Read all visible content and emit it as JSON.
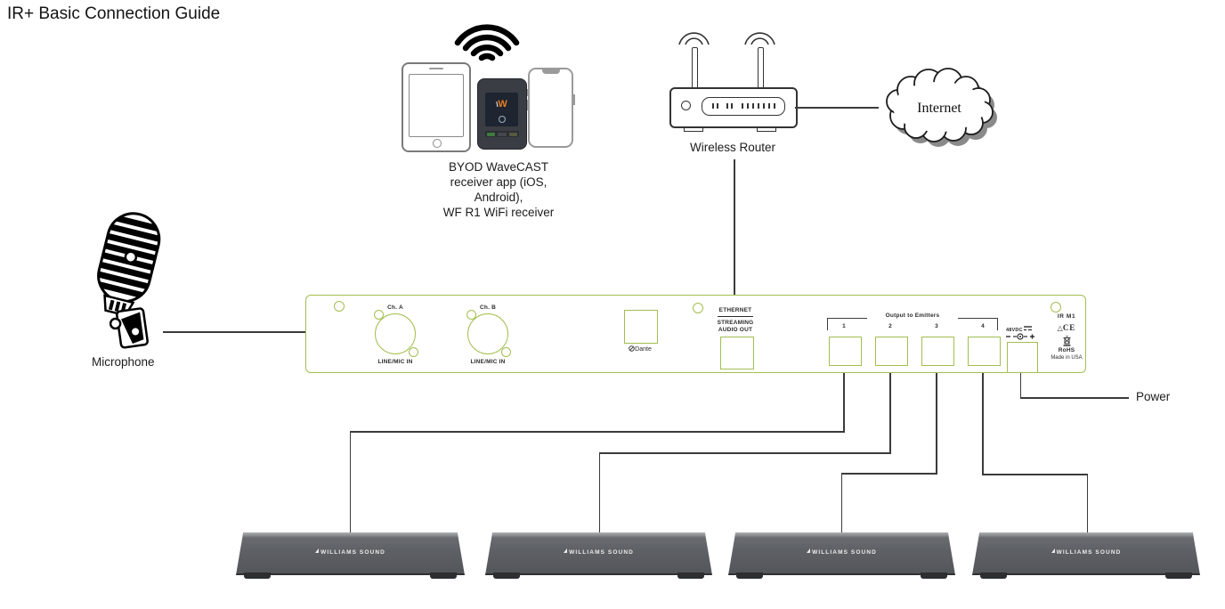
{
  "title": "IR+ Basic Connection Guide",
  "byod": {
    "lines": [
      "BYOD WaveCAST",
      "receiver app (iOS,",
      "Android),",
      "WF R1 WiFi receiver"
    ]
  },
  "router": {
    "label": "Wireless Router"
  },
  "internet": {
    "label": "Internet"
  },
  "microphone": {
    "label": "Microphone"
  },
  "power": {
    "label": "Power"
  },
  "main_unit": {
    "model": "IR M1",
    "channel_a": "Ch. A",
    "channel_a_sub": "LINE/MIC IN",
    "channel_b": "Ch. B",
    "channel_b_sub": "LINE/MIC IN",
    "dante": "Dante",
    "ethernet": "ETHERNET",
    "streaming_line1": "STREAMING",
    "streaming_line2": "AUDIO OUT",
    "output_group": "Output to Emitters",
    "outputs": [
      "1",
      "2",
      "3",
      "4"
    ],
    "dc_label": "48VDC",
    "ce": "CE",
    "rohs": "RoHS",
    "made_in": "Made in USA"
  },
  "emitters": [
    {
      "brand": "WILLIAMS SOUND"
    },
    {
      "brand": "WILLIAMS SOUND"
    },
    {
      "brand": "WILLIAMS SOUND"
    },
    {
      "brand": "WILLIAMS SOUND"
    }
  ],
  "colors": {
    "unit_outline": "#a1bf4f",
    "cable": "#3b3b3b",
    "emitter_body": "#5d6064",
    "receiver_logo": "#e87c1e"
  }
}
